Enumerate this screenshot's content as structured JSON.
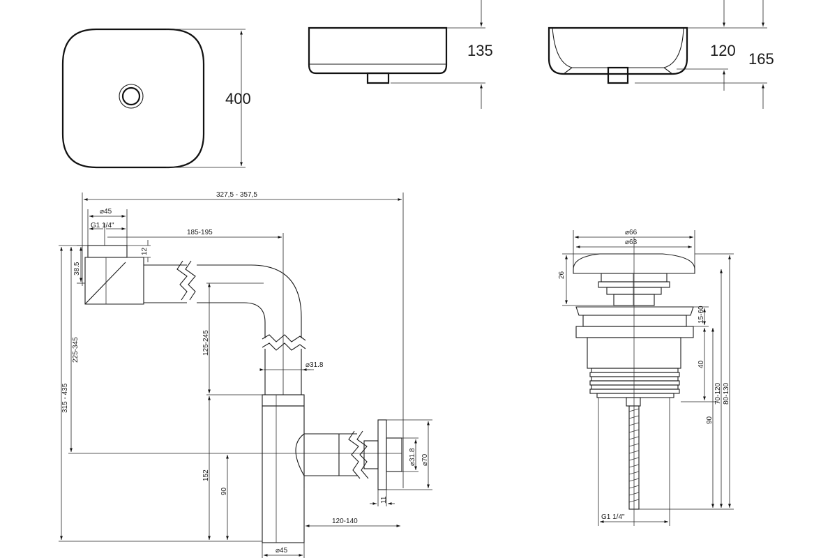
{
  "basin_top": {
    "width": "400"
  },
  "basin_front": {
    "height": "135"
  },
  "basin_side": {
    "inner": "120",
    "outer": "165"
  },
  "siphon": {
    "overall_width": "327,5 - 357,5",
    "inlet_diameter": "⌀45",
    "inlet_thread": "G1 1/4\"",
    "inlet_depth": "12",
    "inlet_height": "38.5",
    "horizontal_run": "185-195",
    "height_total": "315 - 435",
    "height_inlet": "225-345",
    "vertical_run": "125-245",
    "pipe_diameter": "⌀31.8",
    "trap_height": "152",
    "outlet_height": "90",
    "outlet_run": "120-140",
    "trap_diameter": "⌀45",
    "wall_pipe": "⌀31.8",
    "wall_flange": "⌀70",
    "flange_thickness": "11"
  },
  "drain": {
    "cap_outer": "⌀66",
    "cap_inner": "⌀63",
    "cap_height": "26",
    "gap": "15-60",
    "body": "40",
    "bolt": "90",
    "range1": "70-120",
    "range2": "80-130",
    "thread": "G1 1/4\""
  }
}
